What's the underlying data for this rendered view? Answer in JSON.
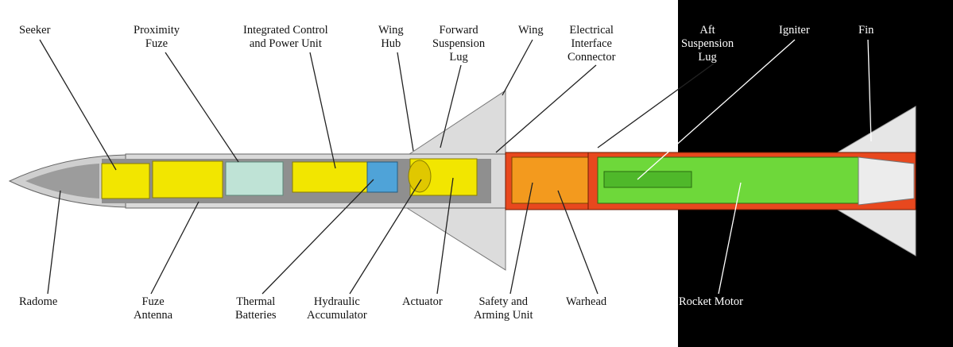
{
  "labels": {
    "seeker": [
      "Seeker"
    ],
    "proximity_fuze": [
      "Proximity",
      "Fuze"
    ],
    "control_power_unit": [
      "Integrated Control",
      "and Power Unit"
    ],
    "wing_hub": [
      "Wing",
      "Hub"
    ],
    "forward_suspension_lug": [
      "Forward",
      "Suspension",
      "Lug"
    ],
    "wing": [
      "Wing"
    ],
    "electrical_interface_connector": [
      "Electrical",
      "Interface",
      "Connector"
    ],
    "aft_suspension_lug": [
      "Aft",
      "Suspension",
      "Lug"
    ],
    "igniter": [
      "Igniter"
    ],
    "fin": [
      "Fin"
    ],
    "radome": [
      "Radome"
    ],
    "fuze_antenna": [
      "Fuze",
      "Antenna"
    ],
    "thermal_batteries": [
      "Thermal",
      "Batteries"
    ],
    "hydraulic_accumulator": [
      "Hydraulic",
      "Accumulator"
    ],
    "actuator": [
      "Actuator"
    ],
    "safety_arming_unit": [
      "Safety and",
      "Arming Unit"
    ],
    "warhead": [
      "Warhead"
    ],
    "rocket_motor": [
      "Rocket Motor"
    ]
  },
  "colors": {
    "background_light": "#ffffff",
    "background_dark": "#000000",
    "body": "#d9d9d9",
    "guidance": "#f2e600",
    "fuze_box": "#bfe3d6",
    "accumulator": "#4fa3d8",
    "warhead_casing": "#e8481e",
    "warhead_fill": "#f39a1e",
    "motor_propellant": "#6ed83a"
  }
}
